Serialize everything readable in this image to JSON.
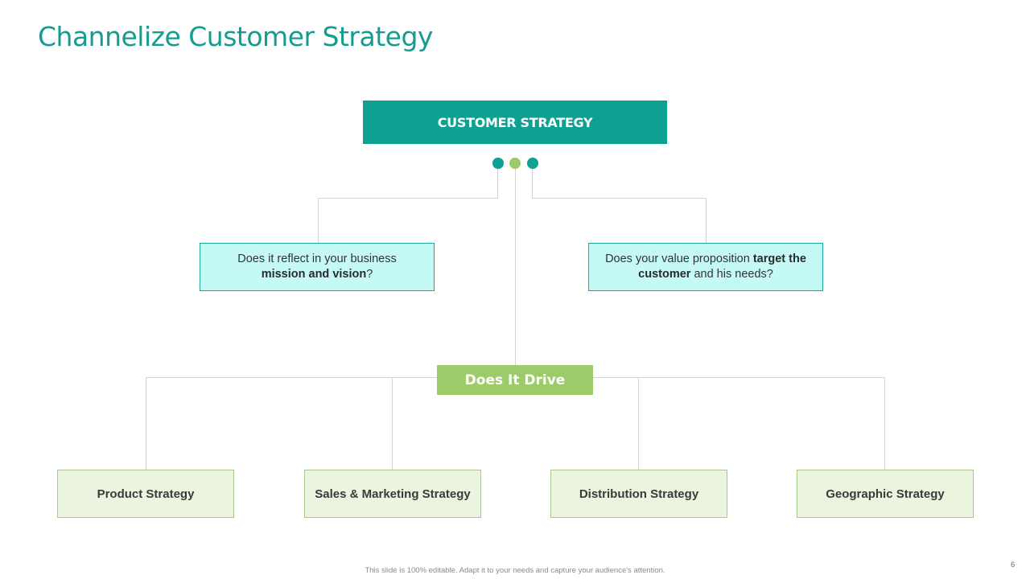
{
  "slide": {
    "title": "Channelize Customer Strategy",
    "page_number": "6",
    "footer": "This slide is 100% editable. Adapt it to your needs and capture your audience's attention."
  },
  "diagram": {
    "root": {
      "label": "CUSTOMER STRATEGY",
      "color": "#0ea091"
    },
    "connector_dots": [
      {
        "name": "left",
        "color": "#0ea091"
      },
      {
        "name": "center",
        "color": "#9dcb6a"
      },
      {
        "name": "right",
        "color": "#0ea091"
      }
    ],
    "questions": [
      {
        "before": "Does it reflect in your business",
        "bold": "mission and vision",
        "after": "?"
      },
      {
        "before": "Does your value proposition ",
        "bold": "target the customer",
        "after": " and his needs?"
      }
    ],
    "hub": {
      "label": "Does It Drive",
      "color": "#9dcb6a"
    },
    "strategies": [
      {
        "label": "Product Strategy"
      },
      {
        "label": "Sales & Marketing Strategy"
      },
      {
        "label": "Distribution Strategy"
      },
      {
        "label": "Geographic Strategy"
      }
    ]
  }
}
